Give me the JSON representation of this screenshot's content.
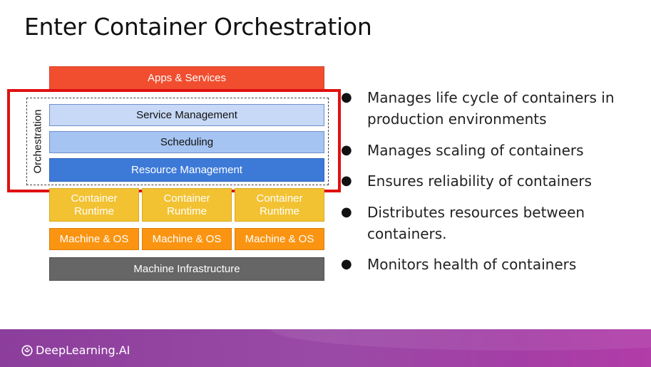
{
  "slide": {
    "title": "Enter Container Orchestration"
  },
  "diagram": {
    "apps": "Apps & Services",
    "orchestration_label": "Orchestration",
    "service_management": "Service Management",
    "scheduling": "Scheduling",
    "resource_management": "Resource Management",
    "runtimes": [
      {
        "line1": "Container",
        "line2": "Runtime"
      },
      {
        "line1": "Container",
        "line2": "Runtime"
      },
      {
        "line1": "Container",
        "line2": "Runtime"
      }
    ],
    "machines": [
      "Machine & OS",
      "Machine & OS",
      "Machine & OS"
    ],
    "infrastructure": "Machine Infrastructure",
    "colors": {
      "apps": "#f04e2f",
      "service_management": "#c7d9f7",
      "scheduling": "#a6c4f1",
      "resource_management": "#3d7ad8",
      "runtime": "#f2c232",
      "machine": "#fa9411",
      "infrastructure": "#666666",
      "highlight_frame": "#e01010"
    }
  },
  "bullets": {
    "marker": "●",
    "items": [
      "Manages life cycle of containers in production environments",
      "Manages scaling of containers",
      "Ensures reliability of containers",
      "Distributes resources between containers.",
      "Monitors health of containers"
    ]
  },
  "footer": {
    "brand": "DeepLearning.AI",
    "logo_icon": "deeplearning-ai-logo-icon",
    "colors": {
      "gradient_start": "#8c3e9c",
      "gradient_end": "#b23ca8"
    }
  }
}
